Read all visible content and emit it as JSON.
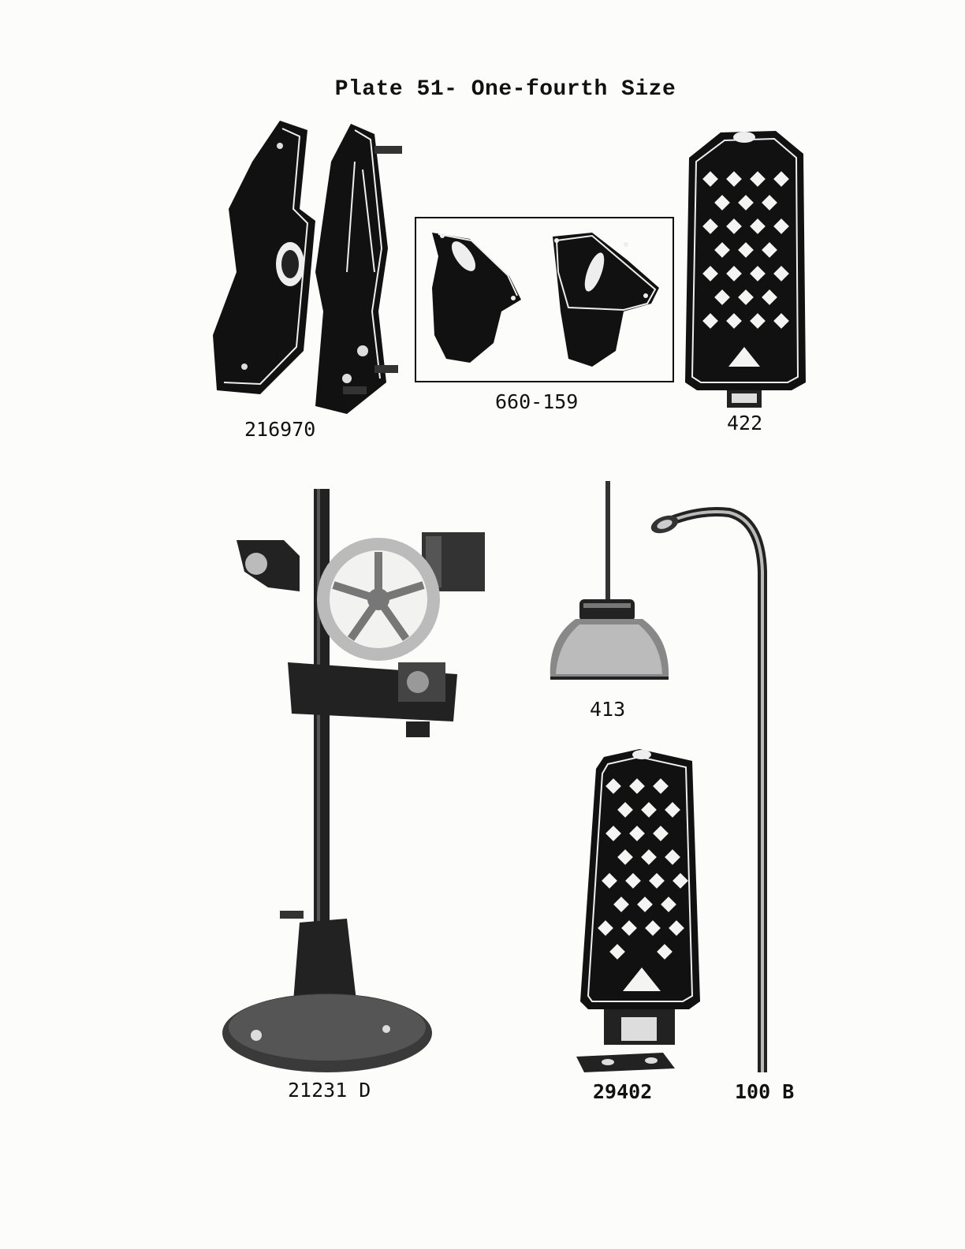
{
  "plate": {
    "title": "Plate 51- One-fourth Size"
  },
  "parts": [
    {
      "id": "bracket-plate",
      "label": "216970"
    },
    {
      "id": "hinge-brackets",
      "label": "660-159"
    },
    {
      "id": "treadle-small",
      "label": "422"
    },
    {
      "id": "winder-stand",
      "label": "21231 D"
    },
    {
      "id": "oil-can",
      "label": "413"
    },
    {
      "id": "treadle-large",
      "label": "29402"
    },
    {
      "id": "lamp-rod",
      "label": "100 B"
    }
  ]
}
